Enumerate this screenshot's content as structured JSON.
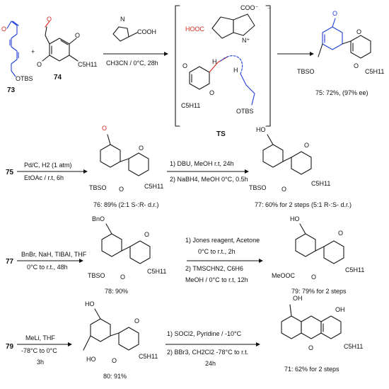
{
  "labels": {
    "c73": "73",
    "c74": "74",
    "ts": "TS",
    "c75": "75",
    "c75b": "75",
    "c76": "76",
    "c77": "77",
    "c77b": "77",
    "c78": "78",
    "c79": "79",
    "c79b": "79",
    "c80": "80",
    "c71": "71"
  },
  "atoms": {
    "otbs": "OTBS",
    "tbso": "TBSO",
    "c5h11": "C5H11",
    "cooh": "COOH",
    "hooc": "HOOC",
    "coo": "COO⁻",
    "n_plus": "N⁺",
    "nh": "N",
    "h": "H",
    "o": "O",
    "ho": "HO",
    "oh": "OH",
    "bno": "BnO",
    "meooc": "MeOOC",
    "plus": "+"
  },
  "conditions": {
    "step1": "CH3CN / 0°C, 28h",
    "step2_a": "Pd/C, H2 (1 atm)",
    "step2_b": "EtOAc / r.t, 6h",
    "step3_a": "1) DBU, MeOH r.t, 24h",
    "step3_b": "2) NaBH4, MeOH 0°C, 0.5h",
    "step4_a": "BnBr, NaH, TIBAI, THF",
    "step4_b": "0°C to r.t., 48h",
    "step5_a": "1) Jones reagent, Acetone",
    "step5_b": "0°C to r.t., 2h",
    "step5_c": "2) TMSCHN2, C6H6",
    "step5_d": "MeOH / 0°C to r.t, 12h",
    "step6_a": "MeLi, THF",
    "step6_b": "-78°C to 0°C",
    "step6_c": "3h",
    "step7_a": "1) SOCl2, Pyridine / -10°C",
    "step7_b": "2) BBr3, CH2Cl2 -78°C to r.t.",
    "step7_c": "24h"
  },
  "yields": {
    "y75": "75: 72%, (97% ee)",
    "y76": "76: 89% (2:1 S-:R- d.r.)",
    "y77": "77: 60% for 2 steps (5:1 R-:S- d.r.)",
    "y78": "78: 90%",
    "y79": "79: 79% for 2 steps",
    "y80": "80: 91%",
    "y71": "71: 62% for 2 steps"
  },
  "colors": {
    "blue": "#1f3fd6",
    "red": "#d42a1e",
    "black": "#111111"
  }
}
